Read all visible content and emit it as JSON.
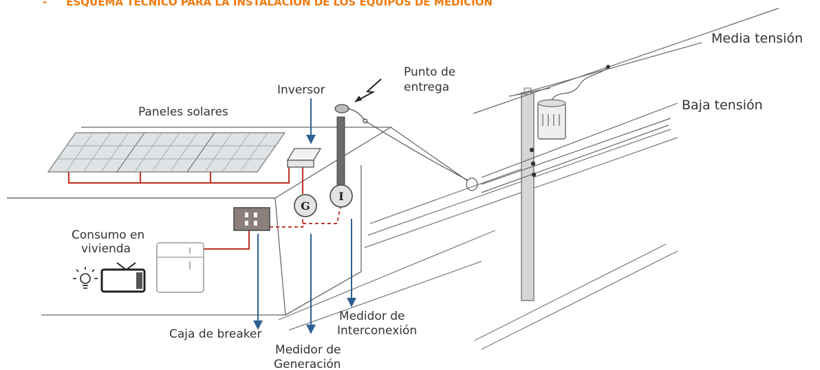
{
  "header": {
    "bullet": "-",
    "title": "ESQUEMA TÉCNICO PARA LA INSTALACIÓN DE LOS EQUIPOS DE MEDICIÓN"
  },
  "diagram": {
    "labels": {
      "media_tension": "Media tensión",
      "baja_tension": "Baja tensión",
      "punto_entrega_1": "Punto de",
      "punto_entrega_2": "entrega",
      "inversor": "Inversor",
      "paneles": "Paneles solares",
      "consumo_1": "Consumo en",
      "consumo_2": "vivienda",
      "caja_breaker": "Caja de breaker",
      "medidor_gen_1": "Medidor de",
      "medidor_gen_2": "Generación",
      "medidor_int_1": "Medidor de",
      "medidor_int_2": "Interconexión"
    },
    "meter_letters": {
      "generation": "G",
      "interconnection": "I"
    },
    "colors": {
      "title": "#f07a0e",
      "arrow": "#2e5f92",
      "wire": "#c0392b",
      "line": "#555555",
      "pole": "#d6d6d6",
      "panel": "#dfe3e6"
    },
    "icons": [
      "lightbulb-icon",
      "television-icon",
      "refrigerator-icon",
      "lightning-bolt-icon"
    ]
  }
}
